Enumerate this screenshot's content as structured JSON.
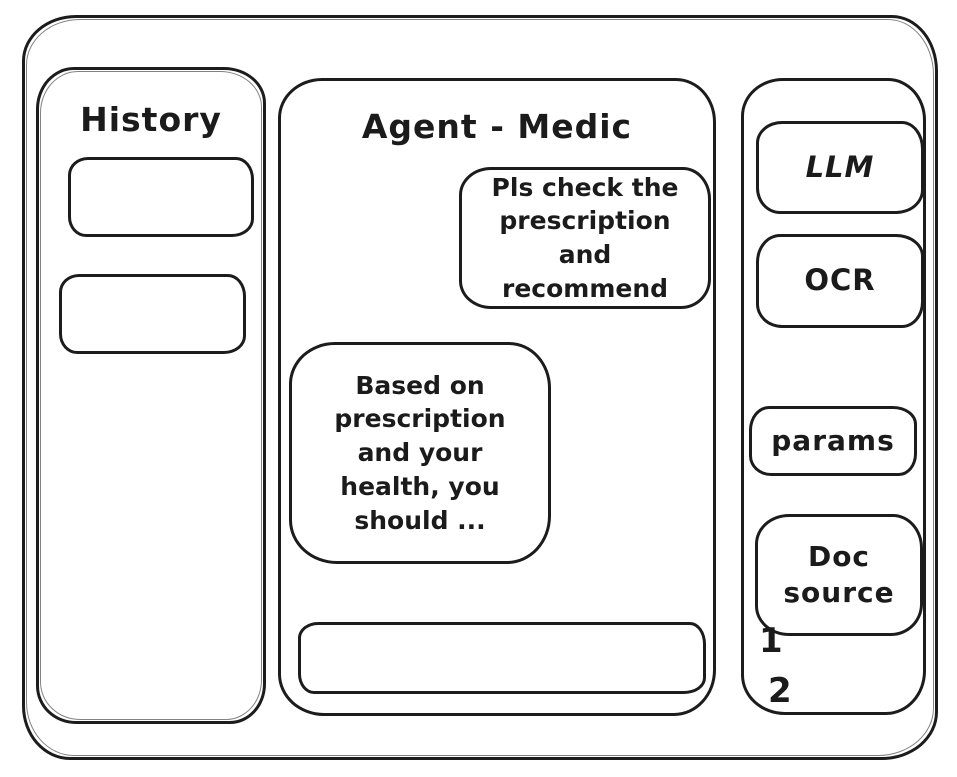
{
  "app": {
    "title": "Agent - Medic"
  },
  "sidebar": {
    "title": "History",
    "items": [
      {
        "label": ""
      },
      {
        "label": ""
      }
    ]
  },
  "chat": {
    "user_message": "Pls check the prescription and recommend",
    "agent_message": "Based on prescription and your health, you should ...",
    "input_value": ""
  },
  "tools": {
    "items": [
      {
        "label": "LLM"
      },
      {
        "label": "OCR"
      },
      {
        "label": "params"
      },
      {
        "label": "Doc source"
      }
    ],
    "annotations": [
      "1",
      "2"
    ]
  },
  "colors": {
    "stroke": "#1c1c1c",
    "background": "#ffffff"
  }
}
